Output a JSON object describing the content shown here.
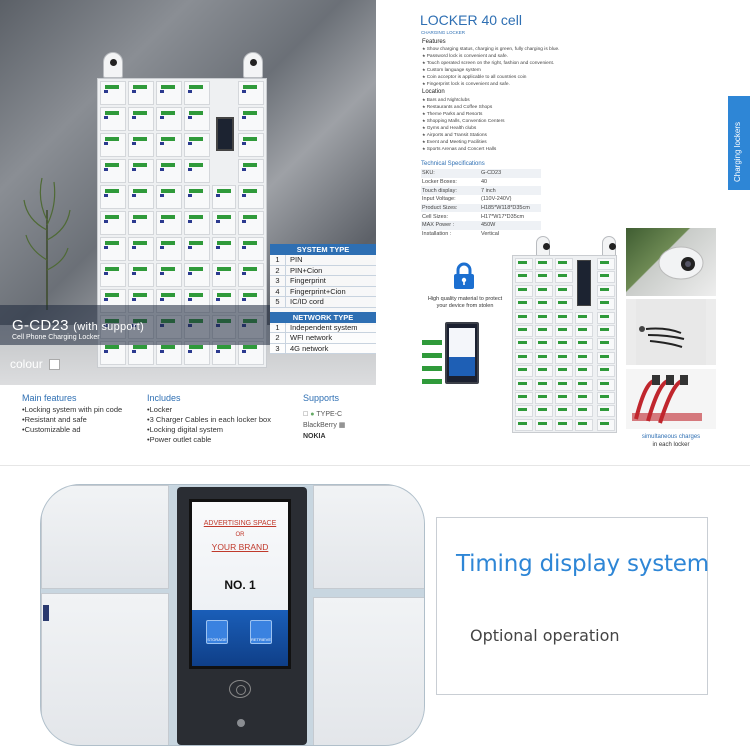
{
  "brochure": {
    "model_name": "G-CD23",
    "model_suffix": "(with support)",
    "model_caption": "Cell Phone Charging Locker",
    "colour_label": "colour",
    "system_type": {
      "title": "SYSTEM TYPE",
      "rows": [
        {
          "n": "1",
          "v": "PIN"
        },
        {
          "n": "2",
          "v": "PIN+Cion"
        },
        {
          "n": "3",
          "v": "Fingerprint"
        },
        {
          "n": "4",
          "v": "Fingerprint+Cion"
        },
        {
          "n": "5",
          "v": "IC/ID cord"
        }
      ]
    },
    "network_type": {
      "title": "NETWORK TYPE",
      "rows": [
        {
          "n": "1",
          "v": "Independent system"
        },
        {
          "n": "2",
          "v": "WFI network"
        },
        {
          "n": "3",
          "v": "4G network"
        }
      ]
    },
    "main_features": {
      "title": "Main features",
      "items": [
        "•Locking system with pin code",
        "•Resistant and safe",
        "•Customizable ad"
      ]
    },
    "includes": {
      "title": "Includes",
      "items": [
        "•Locker",
        "•3 Charger Cables in each locker box",
        "•Locking digital system",
        "•Power outlet cable"
      ]
    },
    "supports": {
      "title": "Supports",
      "logos": [
        "TYPE-C",
        "BlackBerry",
        "NOKIA"
      ]
    },
    "locker_title": "LOCKER 40 cell",
    "locker_subtitle": "CHARGING LOCKER",
    "features_heading": "Features",
    "features": [
      "Show charging status, charging is green, fully charging is blue.",
      "Password lock is convenient and safe.",
      "Touch operated screen on the right, fashion and convenient.",
      "Custom language system",
      "Coin acceptor is applicable to all countries coin",
      "Fingerprint lock is convenient and safe."
    ],
    "location_heading": "Location",
    "locations": [
      "Bars and Nightclubs",
      "Restaurants and Coffee Shops",
      "Theme Parks and Resorts",
      "Shopping Malls, Convention Centers",
      "Gyms and Health clubs",
      "Airports and Transit Stations",
      "Event and Meeting Facilities",
      "Sports Arenas and Concert Halls"
    ],
    "tech_heading": "Technical Specifications",
    "tech": [
      {
        "k": "SKU:",
        "v": "G-CD23"
      },
      {
        "k": "Locker Boxes:",
        "v": "40"
      },
      {
        "k": "Touch display:",
        "v": "7 inch"
      },
      {
        "k": "Input Voltage:",
        "v": "(110V-240V)"
      },
      {
        "k": "Product  Sizes:",
        "v": "H185*W118*D35cm"
      },
      {
        "k": "Cell Sizes:",
        "v": "H17*W17*D35cm"
      },
      {
        "k": "MAX Power :",
        "v": "450W"
      },
      {
        "k": "Installation :",
        "v": "Vertical"
      }
    ],
    "side_tab": "Charging lockers",
    "lock_caption": "High quality material to protect your device from stolen",
    "charges_caption_1": "simultaneous charges",
    "charges_caption_2": "in each locker"
  },
  "closeup": {
    "ad_line1": "ADVERTISING SPACE",
    "ad_line2": "OR",
    "ad_line3": "YOUR BRAND",
    "ad_number": "NO. 1",
    "btn_storage": "STORAGE",
    "btn_retrieve": "RETRIEVE"
  },
  "timing": {
    "title": "Timing display system",
    "subtitle": "Optional operation"
  },
  "colors": {
    "accent_blue": "#2e86d6",
    "header_blue": "#2e6fb3",
    "charging_green": "#2f9a3a"
  }
}
